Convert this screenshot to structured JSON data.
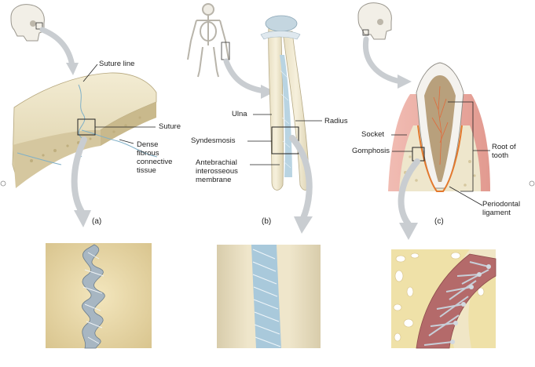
{
  "panels": [
    {
      "caption": "(a)",
      "labels": {
        "suture_line": "Suture line",
        "suture": "Suture",
        "dense_fibrous": [
          "Dense",
          "fibrous",
          "connective",
          "tissue"
        ]
      }
    },
    {
      "caption": "(b)",
      "labels": {
        "ulna": "Ulna",
        "radius": "Radius",
        "syndesmosis": "Syndesmosis",
        "interosseous": [
          "Antebrachial",
          "interosseous",
          "membrane"
        ]
      }
    },
    {
      "caption": "(c)",
      "labels": {
        "socket": "Socket",
        "gomphosis": "Gomphosis",
        "root": [
          "Root of",
          "tooth"
        ],
        "periodontal": [
          "Periodontal",
          "ligament"
        ]
      }
    }
  ],
  "colors": {
    "bone": "#ece3c4",
    "bone_dark": "#cdbf95",
    "membrane": "#b9d4e2",
    "arrow": "#c9cdd1",
    "gum": "#e9a8a0",
    "pulp": "#b8a07c",
    "ligament": "#d0d7df",
    "root_canal": "#e3792e"
  }
}
